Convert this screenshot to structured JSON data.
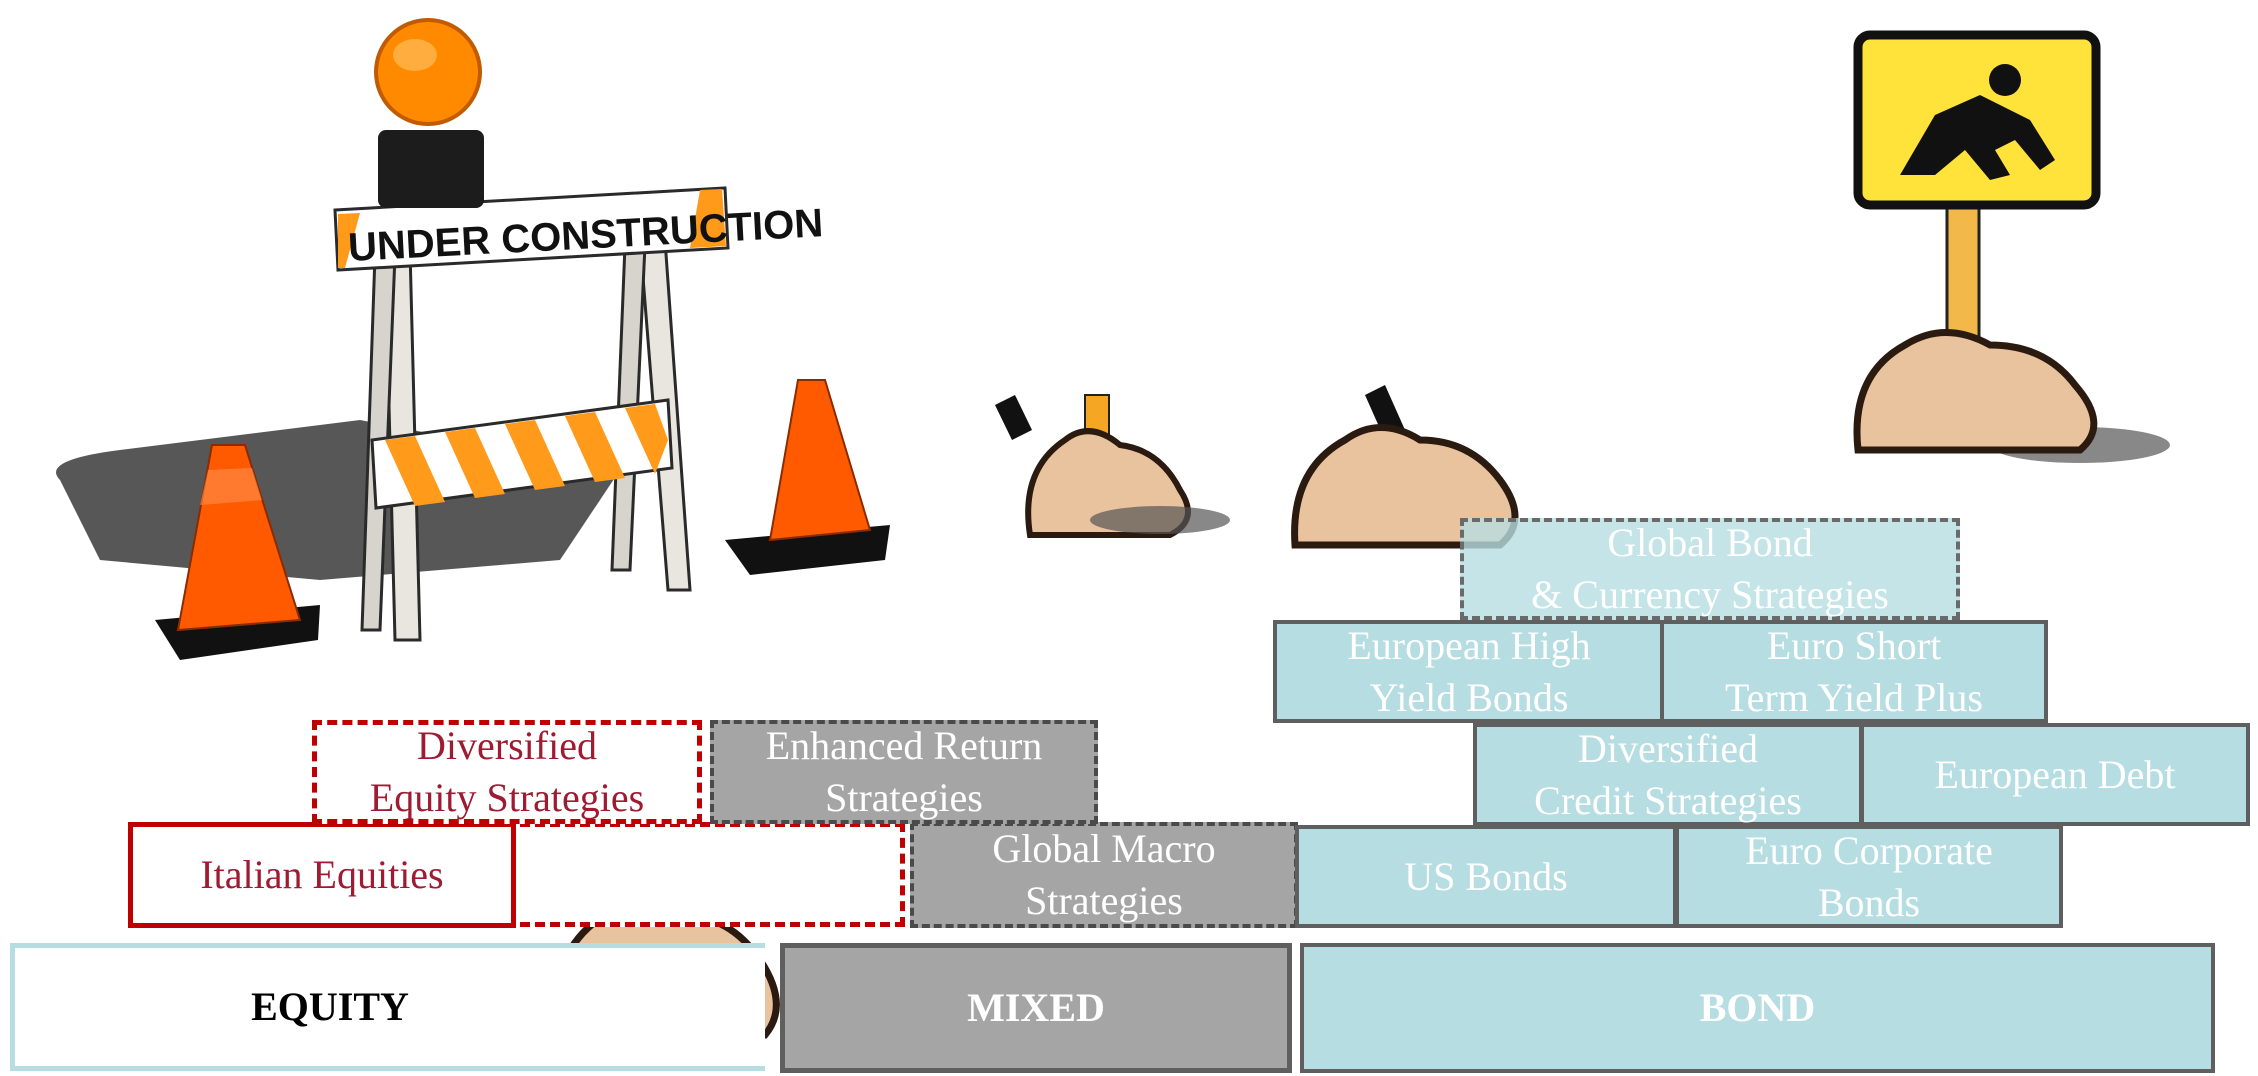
{
  "sign_text": "UNDER CONSTRUCTION",
  "colors": {
    "bond_fill": "#b6dde1",
    "mixed_fill": "#a5a5a5",
    "equity_red": "#c00000",
    "border_gray": "#5f5f5f",
    "cone_orange": "#ff5a00"
  },
  "icons": [
    "barricade-icon",
    "traffic-cone-icon",
    "dirt-pile-icon",
    "shovel-icon",
    "men-at-work-sign-icon",
    "warning-light-icon"
  ],
  "base": {
    "equity": "EQUITY",
    "mixed": "MIXED",
    "bond": "BOND"
  },
  "equity": {
    "italian": "Italian Equities",
    "diversified": "Diversified\nEquity Strategies"
  },
  "mixed": {
    "global_macro": "Global Macro\nStrategies",
    "enhanced_return": "Enhanced Return\nStrategies"
  },
  "bond": {
    "us_bonds": "US Bonds",
    "euro_corporate": "Euro Corporate\nBonds",
    "diversified_credit": "Diversified\nCredit Strategies",
    "european_debt": "European Debt",
    "european_high_yield": "European High\nYield Bonds",
    "euro_short_term": "Euro Short\nTerm Yield Plus",
    "global_bond": "Global Bond\n& Currency Strategies"
  }
}
